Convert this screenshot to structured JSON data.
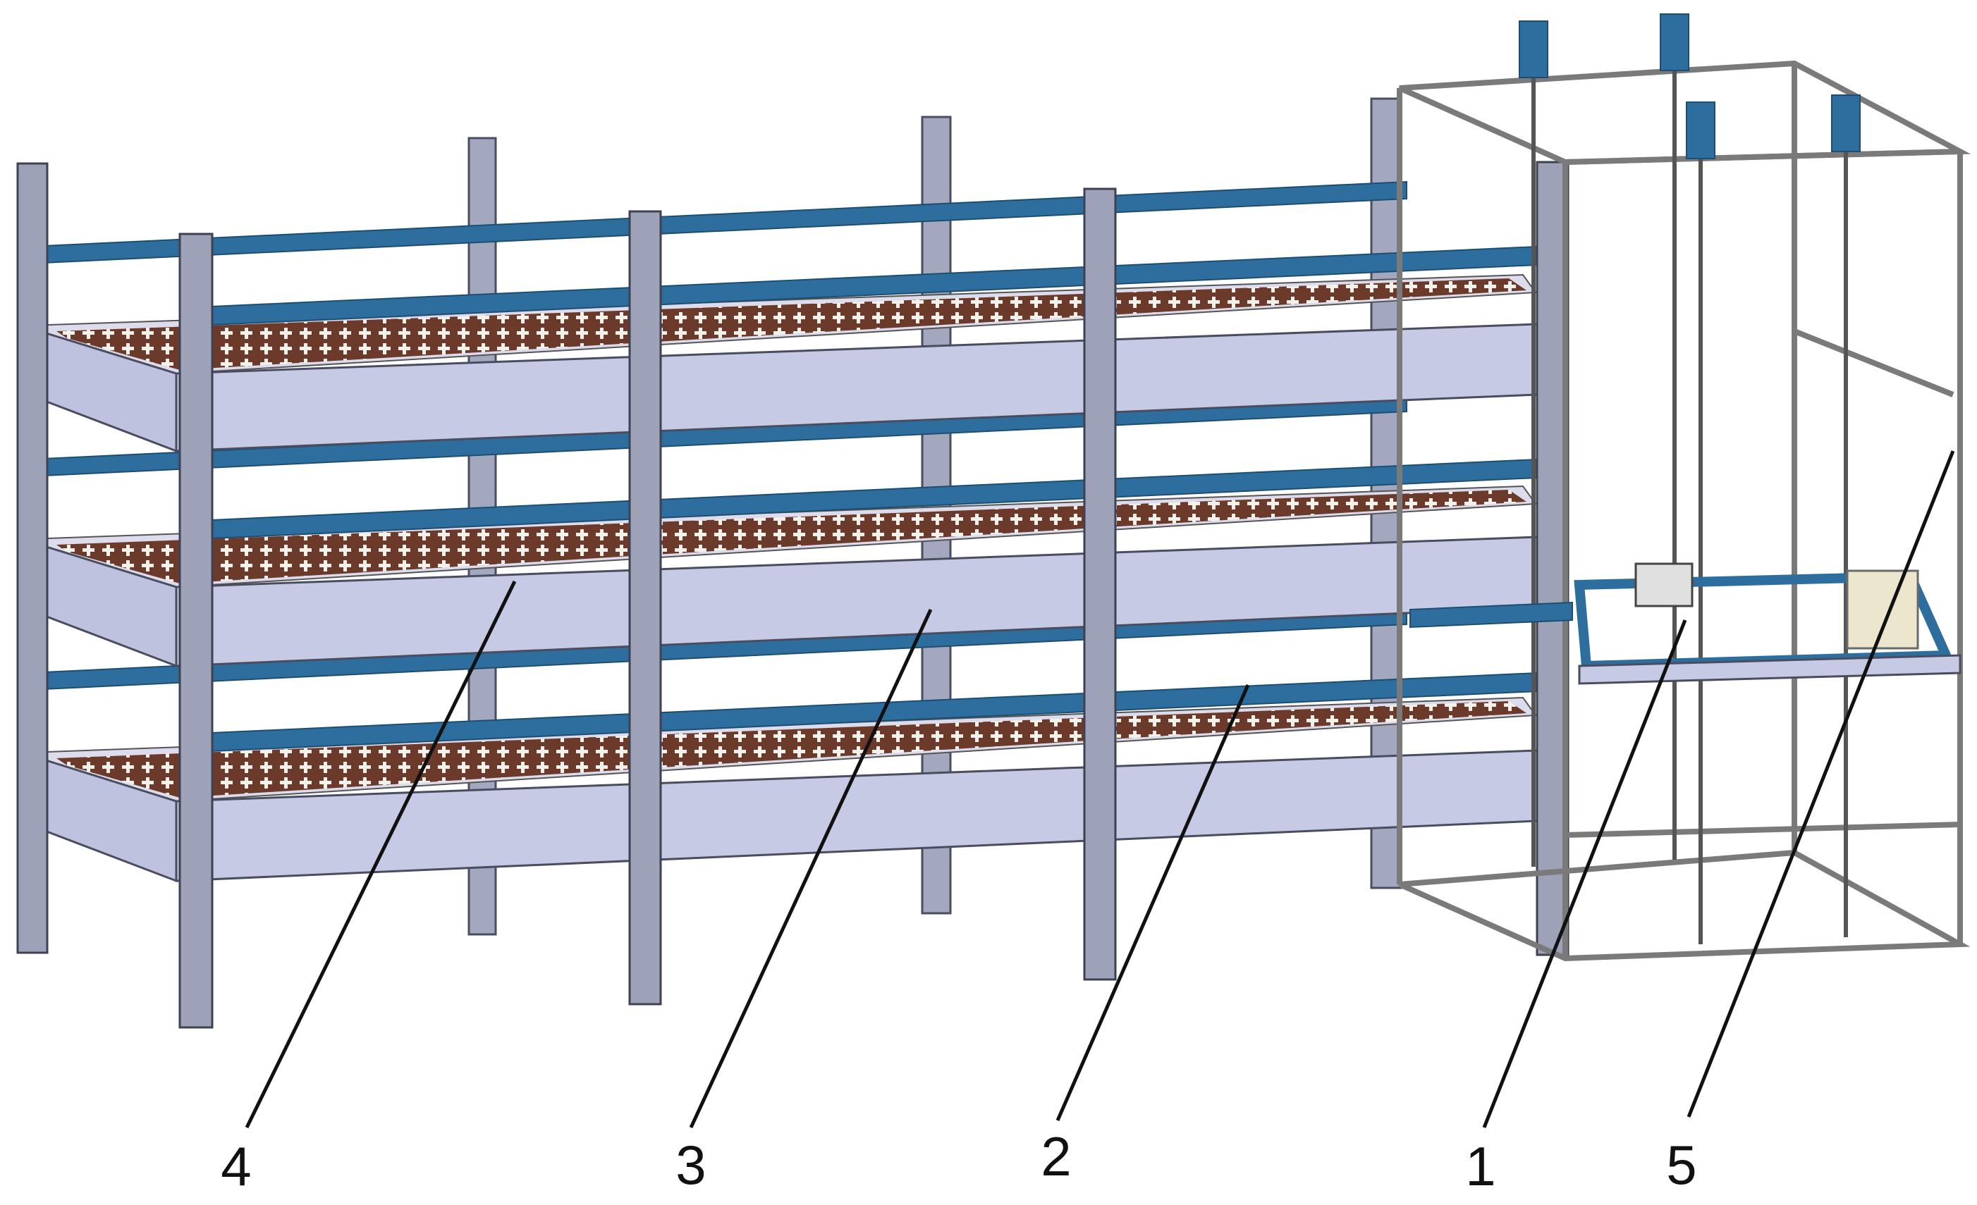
{
  "figure": {
    "callouts": [
      {
        "id": "1",
        "text": "1",
        "target": "lifting-transfer-trolley"
      },
      {
        "id": "2",
        "text": "2",
        "target": "guide-rail"
      },
      {
        "id": "3",
        "text": "3",
        "target": "tray-shelf"
      },
      {
        "id": "4",
        "text": "4",
        "target": "seedling-tray"
      },
      {
        "id": "5",
        "text": "5",
        "target": "lifting-frame"
      }
    ],
    "colors": {
      "rail_blue": "#2e6e9e",
      "rack_lavender": "#c3c6e2",
      "post_gray": "#9ea2b8",
      "tray_brown": "#6b3a2a",
      "seedling_white": "#f4f1ea",
      "frame_gray": "#8a8a8a",
      "motor_beige": "#ece6cf"
    },
    "shelf_count": 3
  }
}
